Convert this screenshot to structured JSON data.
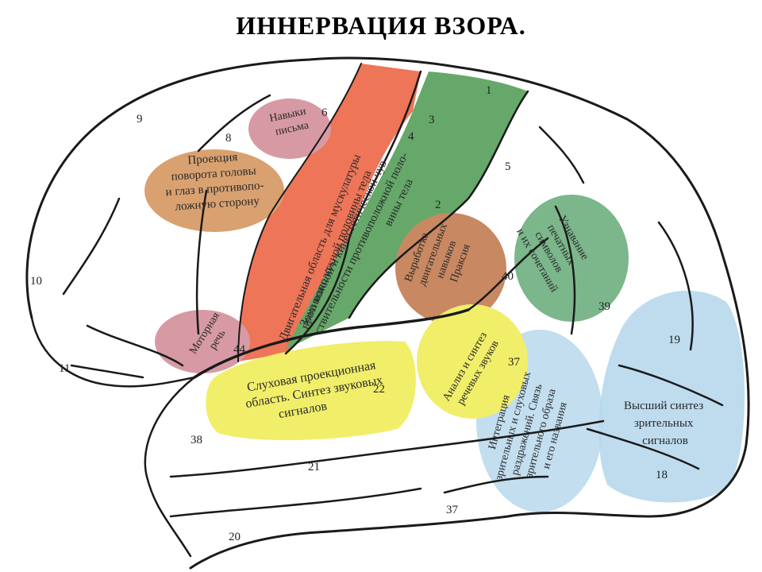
{
  "title": "ИННЕРВАЦИЯ ВЗОРА.",
  "colors": {
    "orange": "#ee7558",
    "green": "#66a86a",
    "tan": "#d9a170",
    "pink": "#d79aa4",
    "brown": "#c88862",
    "yellow": "#f1ee6a",
    "blue": "#b7d8ec",
    "teal": "#7cb68b"
  },
  "regions": {
    "writing": [
      "Навыки",
      "письма"
    ],
    "gaze": [
      "Проекция",
      "поворота головы",
      "и глаз в противопо-",
      "ложную сторону"
    ],
    "motor": [
      "Двигательная область для мускулатуры",
      "противоположной половины тела"
    ],
    "sensory": [
      "Зона кожной и кинестетической чув-",
      "ствительности противоположной поло-",
      "вины тела"
    ],
    "praxis": [
      "Выработка",
      "двигательных",
      "навыков",
      "Праксия"
    ],
    "reading": [
      "Узнавание",
      "печатных",
      "символов",
      "и их сочетаний"
    ],
    "speech": [
      "Моторная",
      "речь"
    ],
    "auditory": [
      "Слуховая проекционная",
      "область. Синтез звуковых",
      "сигналов"
    ],
    "speech_analysis": [
      "Анализ и синтез",
      "речевых звуков"
    ],
    "integration": [
      "Интеграция",
      "зрительных и слуховых",
      "раздражений. Связь",
      "зрительного образа",
      "и его названия"
    ],
    "visual": [
      "Высший синтез",
      "зрительных",
      "сигналов"
    ]
  },
  "areas": {
    "a1": "1",
    "a2": "2",
    "a3": "3",
    "a4": "4",
    "a5": "5",
    "a6": "6",
    "a8": "8",
    "a9": "9",
    "a10": "10",
    "a11": "11",
    "a18": "18",
    "a19": "19",
    "a20": "20",
    "a21": "21",
    "a22": "22",
    "a37a": "37",
    "a37b": "37",
    "a38": "38",
    "a39": "39",
    "a40": "40",
    "a44": "44"
  }
}
